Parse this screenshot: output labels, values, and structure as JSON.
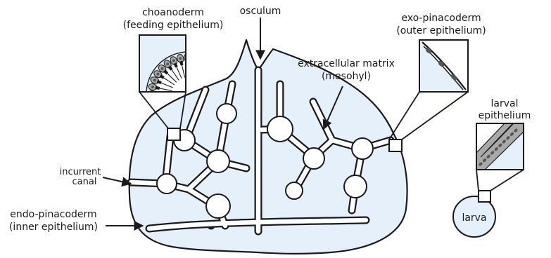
{
  "labels": {
    "choanoderm_line1": "choanoderm",
    "choanoderm_line2": "(feeding epithelium)",
    "osculum": "osculum",
    "exopinacoderm_line1": "exo-pinacoderm",
    "exopinacoderm_line2": "(outer epithelium)",
    "ecm_line1": "extracellular matrix",
    "ecm_line2": "(mesohyl)",
    "larval_line1": "larval",
    "larval_line2": "epithelium",
    "incurrent_line1": "incurrent",
    "incurrent_line2": "canal",
    "endopinacoderm_line1": "endo-pinacoderm",
    "endopinacoderm_line2": "(inner epithelium)",
    "larva": "larva"
  },
  "colors": {
    "body_fill": "#e6f0fb",
    "outline": "#1a1a1a",
    "cell_fill": "#a9a9a9",
    "nucleus_fill": "#555555"
  }
}
